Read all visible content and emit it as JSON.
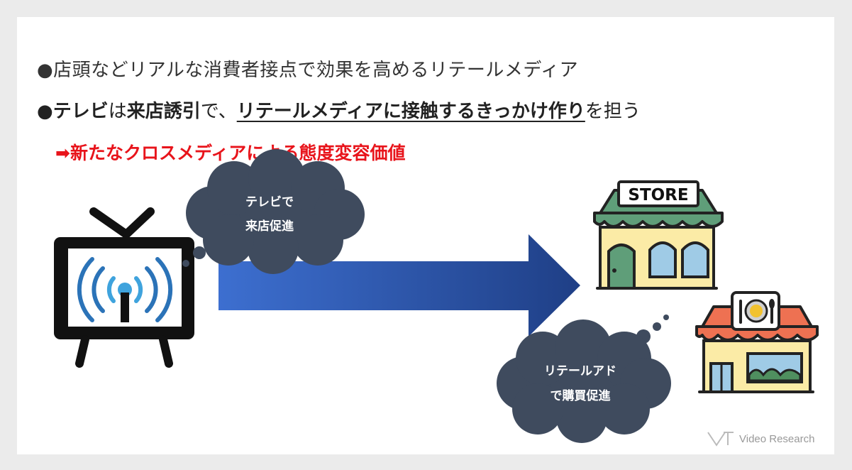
{
  "bullets": {
    "line1": "●店頭などリアルな消費者接点で効果を高めるリテールメディア",
    "line2": {
      "dot": "●",
      "part1": "テレビ",
      "part2": "は",
      "part3": "来店誘引",
      "part4": "で、",
      "part5": "リテールメディアに接触するきっかけ作り",
      "part6": "を担う"
    },
    "line3": "➡新たなクロスメディアによる態度変容価値"
  },
  "bubble_tv": {
    "line1": "テレビで",
    "line2": "来店促進"
  },
  "bubble_retail": {
    "line1": "リテールアド",
    "line2": "で購買促進"
  },
  "store_sign": "STORE",
  "logo_text": "Video Research",
  "colors": {
    "bubble": "#3f4b5e",
    "arrow_start": "#3d6fd0",
    "arrow_end": "#1f3f86",
    "highlight_red": "#e8141b",
    "store_awning_green": "#5f9e79",
    "store_awning_orange": "#ee7152",
    "store_wall": "#fbeba6",
    "window_blue": "#9fcbe6",
    "tv_signal_blue": "#3fa3dd"
  }
}
